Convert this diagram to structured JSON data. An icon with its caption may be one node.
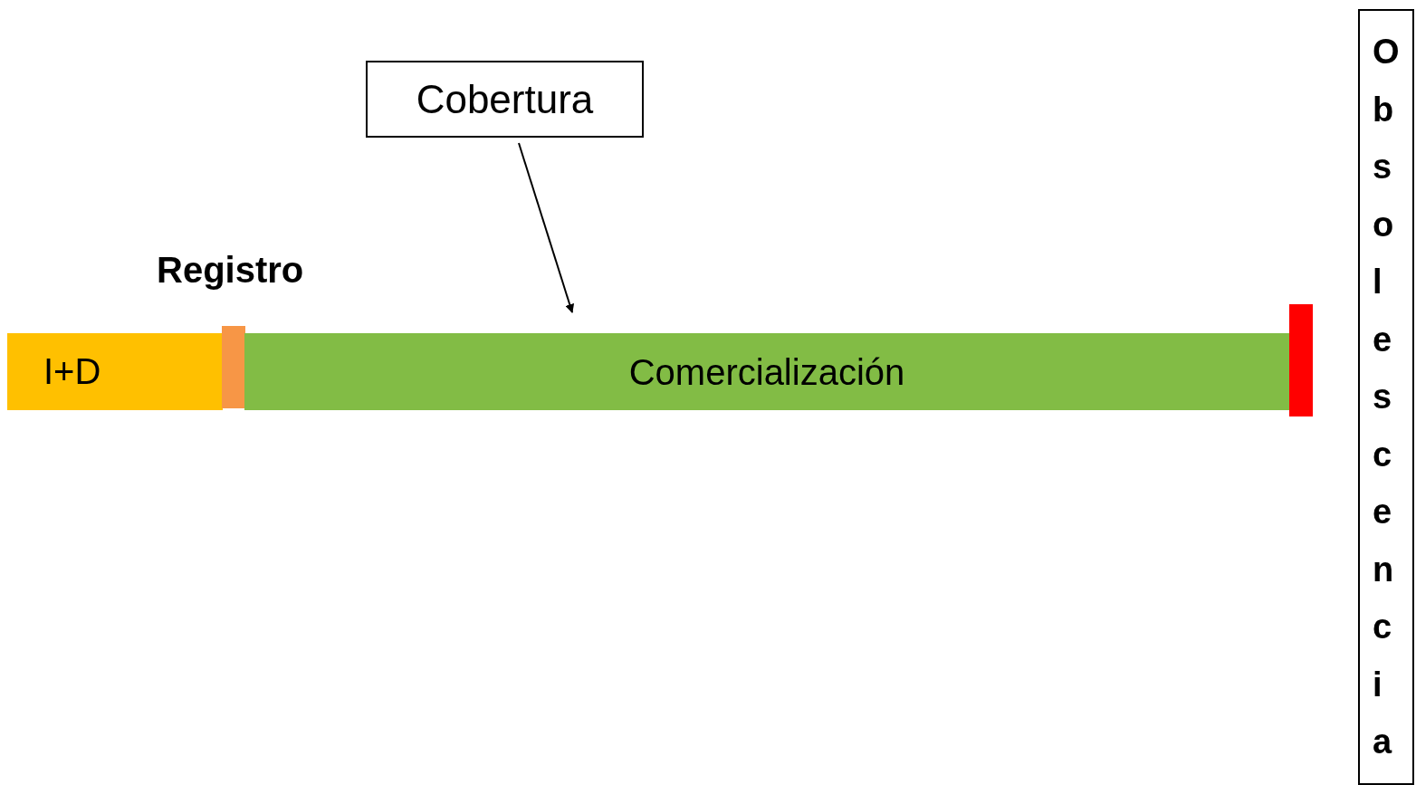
{
  "diagram": {
    "nodes": [
      {
        "text": [
          "I+D"
        ]
      },
      {
        "text": [
          "Registro"
        ]
      },
      {
        "text": [
          "Comercialización"
        ]
      },
      {
        "text": [],
        "shape": "bar"
      },
      {
        "text": [
          "Cobertura"
        ]
      },
      {
        "text": [
          "Obsolescencia"
        ]
      }
    ],
    "edges": [
      {
        "from": 4,
        "to": 2,
        "arrow": "to"
      }
    ]
  }
}
